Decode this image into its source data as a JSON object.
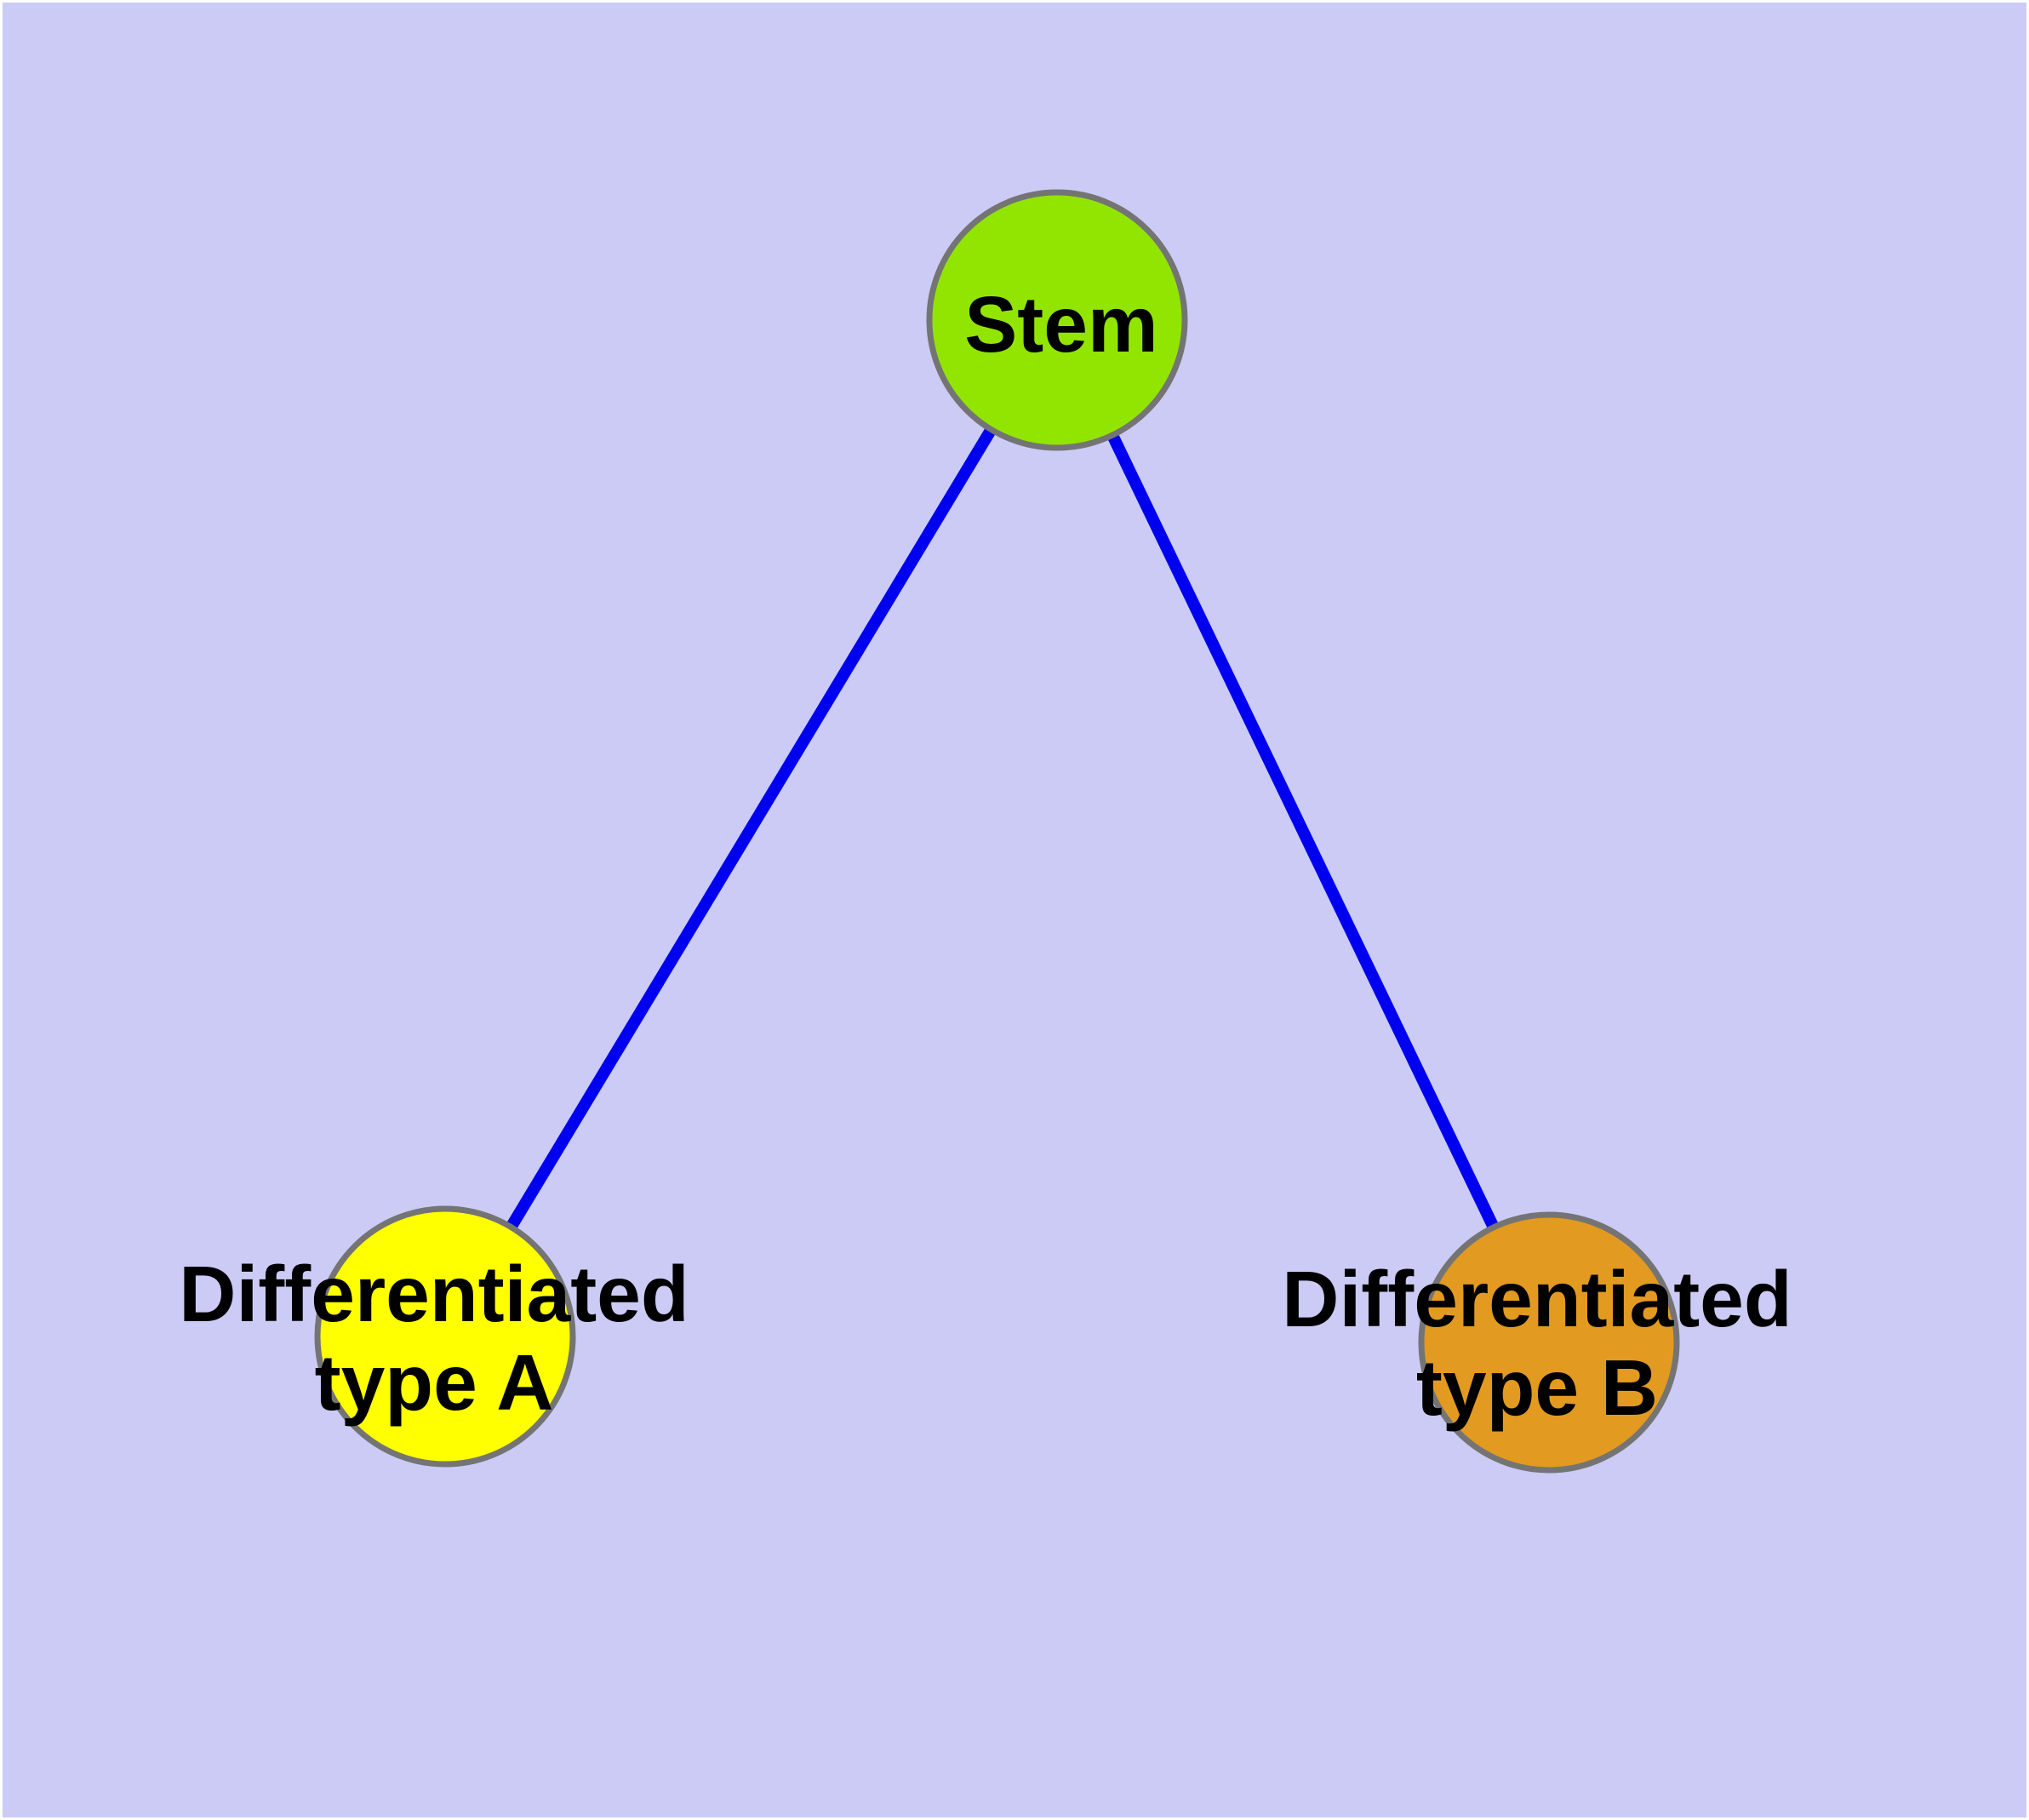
{
  "diagram": {
    "title": "Stem cell differentiation graph",
    "type": "node-link-diagram",
    "colors": {
      "background": "#CBCBF5",
      "page_border": "#FFFFFF",
      "edge": "#0000F0",
      "node_border": "#747474",
      "label_text": "#000000"
    },
    "nodes": [
      {
        "id": "stem",
        "label": "Stem",
        "lines": [
          "Stem"
        ],
        "fill": "#92E500"
      },
      {
        "id": "differentiated-type-a",
        "label": "Differentiated type A",
        "lines": [
          "Differentiated",
          "type A"
        ],
        "fill": "#FFFF00"
      },
      {
        "id": "differentiated-type-b",
        "label": "Differentiated type B",
        "lines": [
          "Differentiated",
          "type B"
        ],
        "fill": "#E29A20"
      }
    ],
    "edges": [
      {
        "from": "Stem",
        "to": "Differentiated type A"
      },
      {
        "from": "Stem",
        "to": "Differentiated type B"
      }
    ]
  }
}
